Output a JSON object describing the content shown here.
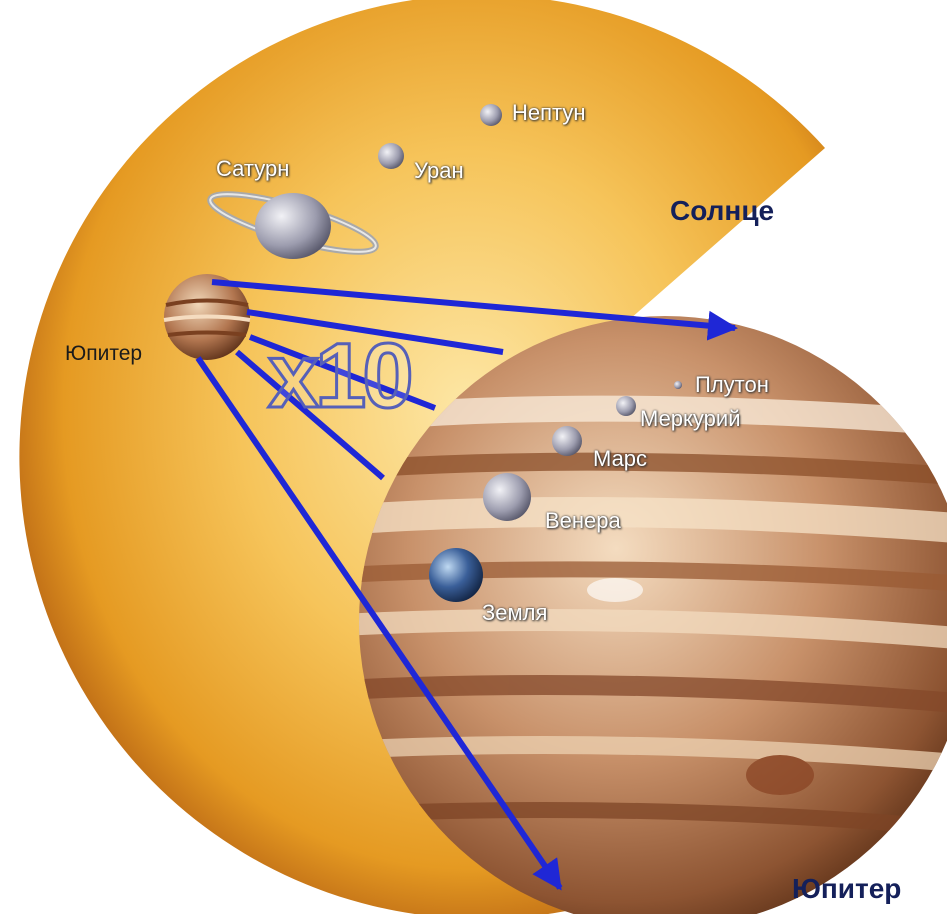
{
  "labels": {
    "neptune": "Нептун",
    "uranus": "Уран",
    "saturn": "Сатурн",
    "sun": "Солнце",
    "jupiter_small": "Юпитер",
    "scale": "x10",
    "pluto": "Плутон",
    "mercury": "Меркурий",
    "mars": "Марс",
    "venus": "Венера",
    "earth": "Земля",
    "jupiter_big": "Юпитер"
  },
  "colors": {
    "sun": "#f3b43a",
    "sun_edge": "#7a3e0c",
    "jupiter": "#b87a48",
    "arrow": "#1f27d6"
  }
}
